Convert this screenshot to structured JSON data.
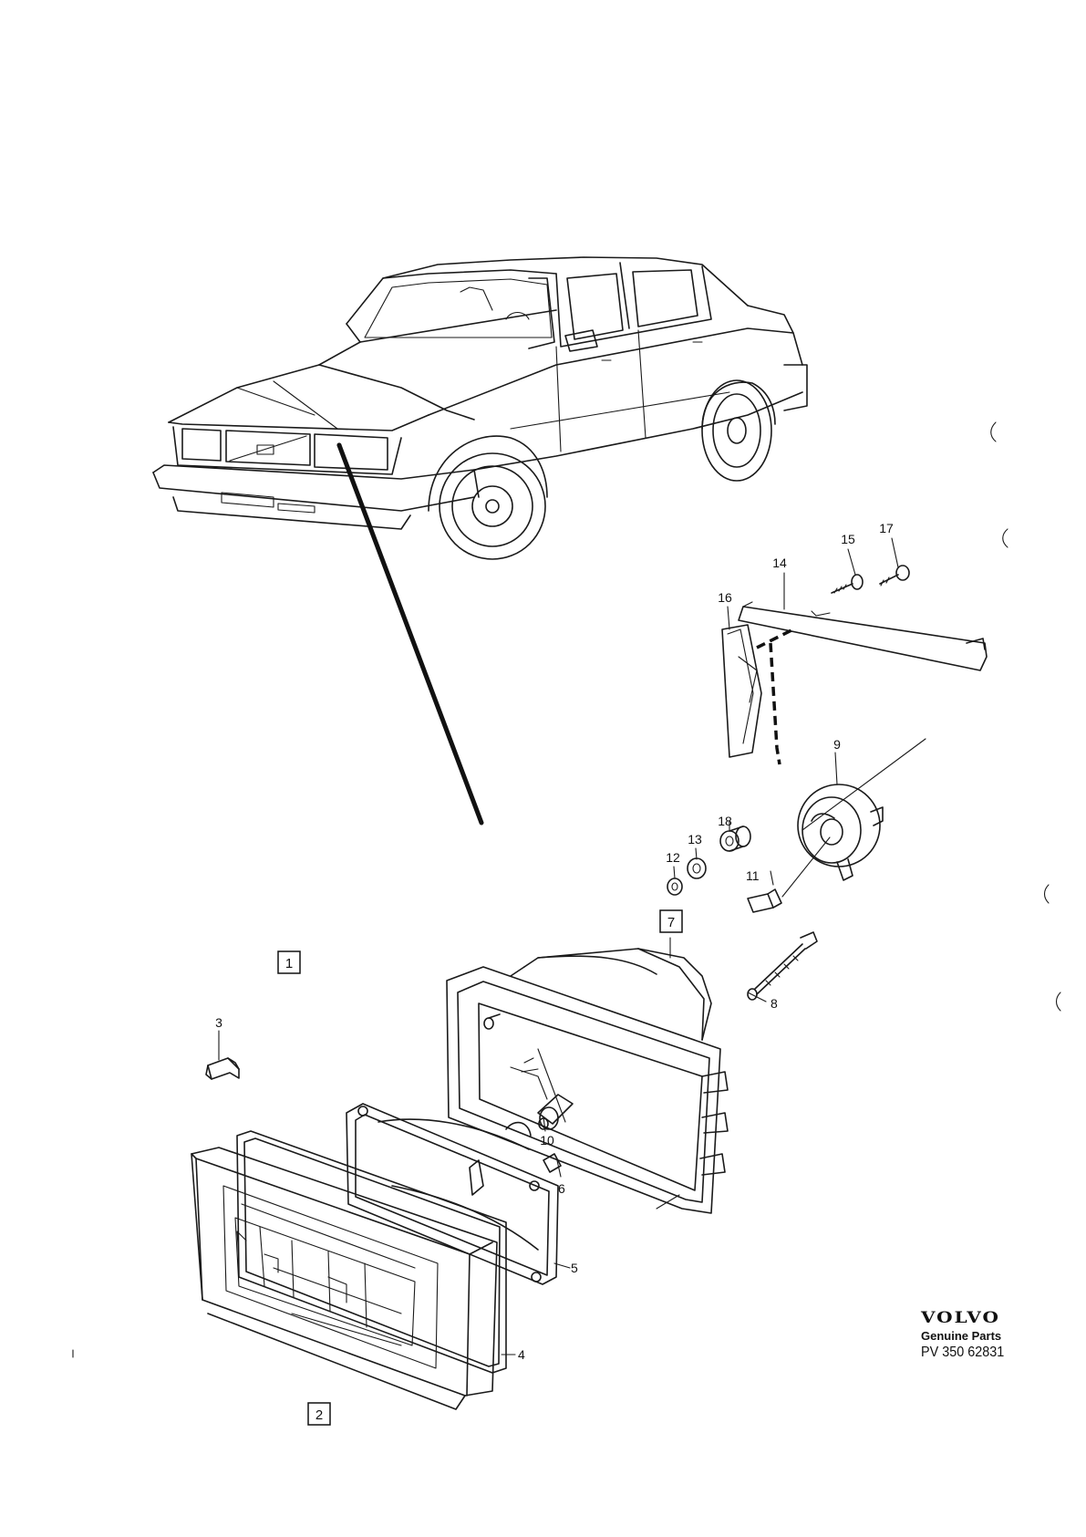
{
  "callouts": {
    "c1": "1",
    "c2": "2",
    "c3": "3",
    "c4": "4",
    "c5": "5",
    "c6": "6",
    "c7": "7",
    "c8": "8",
    "c9": "9",
    "c10": "10",
    "c11": "11",
    "c12": "12",
    "c13": "13",
    "c14": "14",
    "c15": "15",
    "c16": "16",
    "c17": "17",
    "c18": "18"
  },
  "brand": {
    "logo": "VOLVO",
    "subtitle": "Genuine Parts",
    "code": "PV 350 62831"
  }
}
